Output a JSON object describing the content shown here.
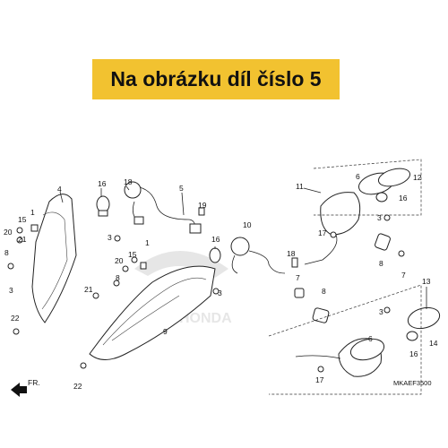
{
  "banner": {
    "text": "Na obrázku díl číslo 5"
  },
  "labels": {
    "l1a": "1",
    "l1b": "1",
    "l4": "4",
    "l5": "5",
    "l6a": "6",
    "l6b": "6",
    "l7a": "7",
    "l7b": "7",
    "l8a": "8",
    "l8b": "8",
    "l8c": "8",
    "l9": "9",
    "l10": "10",
    "l11": "11",
    "l12": "12",
    "l13": "13",
    "l14": "14",
    "l15a": "15",
    "l15b": "15",
    "l16a": "16",
    "l16b": "16",
    "l16c": "16",
    "l16d": "16",
    "l17a": "17",
    "l17b": "17",
    "l18": "18",
    "l19": "19",
    "l20a": "20",
    "l20b": "20",
    "l21a": "21",
    "l21b": "21",
    "l22a": "22",
    "l22b": "22",
    "l3a": "3",
    "l3b": "3",
    "l3c": "3",
    "l3d": "3",
    "fr": "FR.",
    "code": "MKAEF3500",
    "watermark": "HONDA"
  }
}
